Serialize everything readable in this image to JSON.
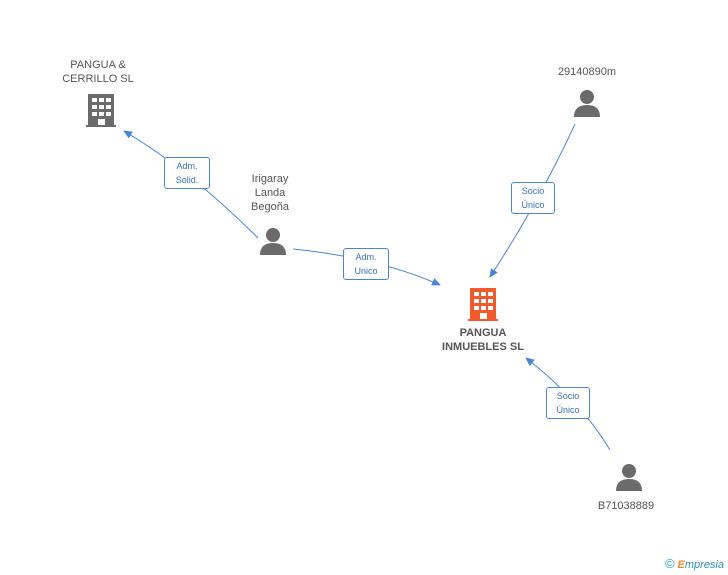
{
  "nodes": {
    "pangua_cerrillo": {
      "line1": "PANGUA &",
      "line2": "CERRILLO SL",
      "type": "company"
    },
    "irigaray": {
      "line1": "Irigaray",
      "line2": "Landa",
      "line3": "Begoña",
      "type": "person"
    },
    "p29140890m": {
      "label": "29140890m",
      "type": "person"
    },
    "pangua_inmuebles": {
      "line1": "PANGUA",
      "line2": "INMUEBLES SL",
      "type": "company-main"
    },
    "b71038889": {
      "label": "B71038889",
      "type": "person"
    }
  },
  "edges": {
    "adm_solid": {
      "line1": "Adm.",
      "line2": "Solid."
    },
    "adm_unico": {
      "line1": "Adm.",
      "line2": "Unico"
    },
    "socio_unico_top": {
      "line1": "Socio",
      "line2": "Único"
    },
    "socio_unico_bottom": {
      "line1": "Socio",
      "line2": "Único"
    }
  },
  "colors": {
    "edge": "#4a86d8",
    "company_icon": "#6b6b6b",
    "main_company_icon": "#f15a2b",
    "person_icon": "#6b6b6b"
  },
  "footer": {
    "symbol": "©",
    "brand_first": "E",
    "brand_rest": "mpresia"
  }
}
